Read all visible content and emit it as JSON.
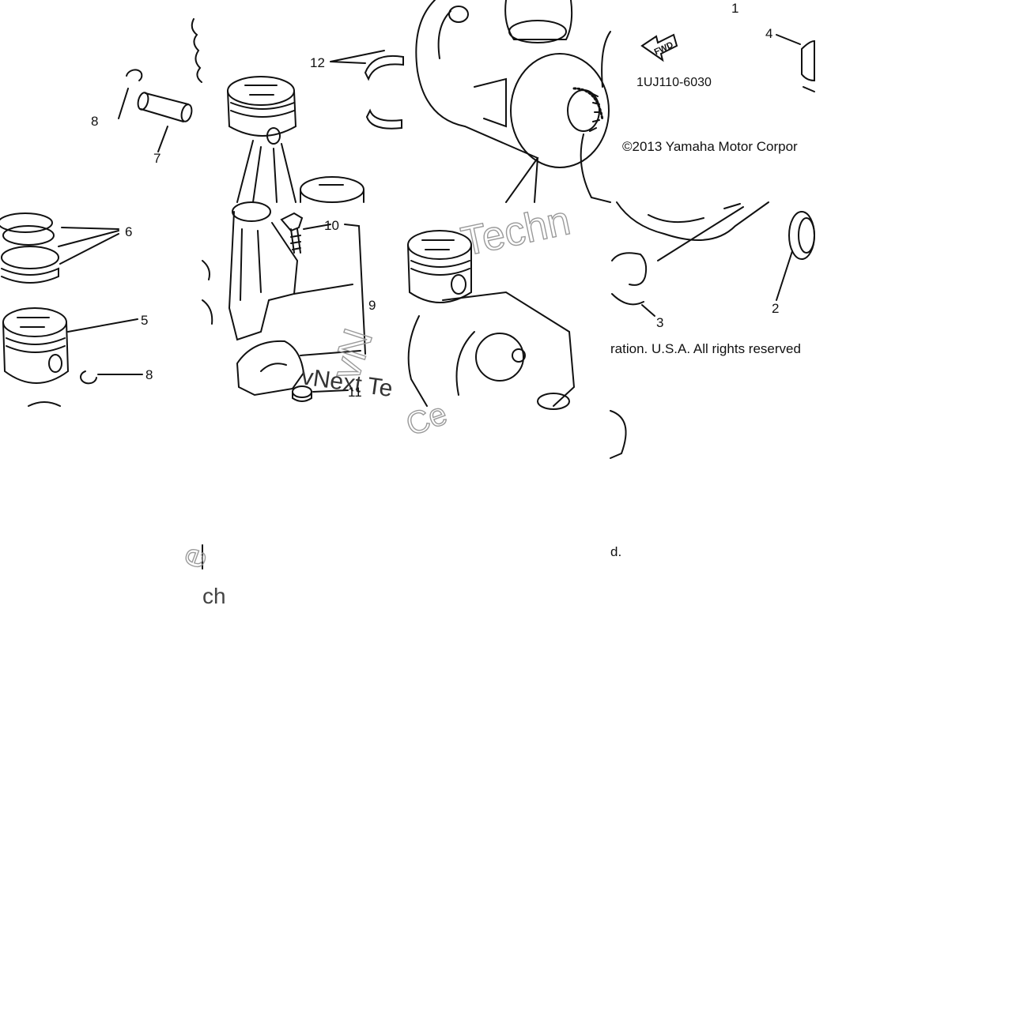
{
  "diagram": {
    "part_code": "1UJ110-6030",
    "copyright_line1": "©2013 Yamaha Motor Corpor",
    "copyright_line2": "ration. U.S.A. All rights reserved",
    "stray_fragment": "d.",
    "fwd_label": "FWD",
    "watermark_texts": {
      "w1": "Techn",
      "w2": "vNext Te",
      "w3": "vN",
      "w4": "Ce",
      "w5": "e",
      "w6": "ch"
    },
    "callouts": {
      "c1": "1",
      "c2": "2",
      "c3": "3",
      "c4": "4",
      "c5": "5",
      "c6": "6",
      "c7": "7",
      "c8a": "8",
      "c8b": "8",
      "c9": "9",
      "c10": "10",
      "c11": "11",
      "c12": "12"
    }
  }
}
